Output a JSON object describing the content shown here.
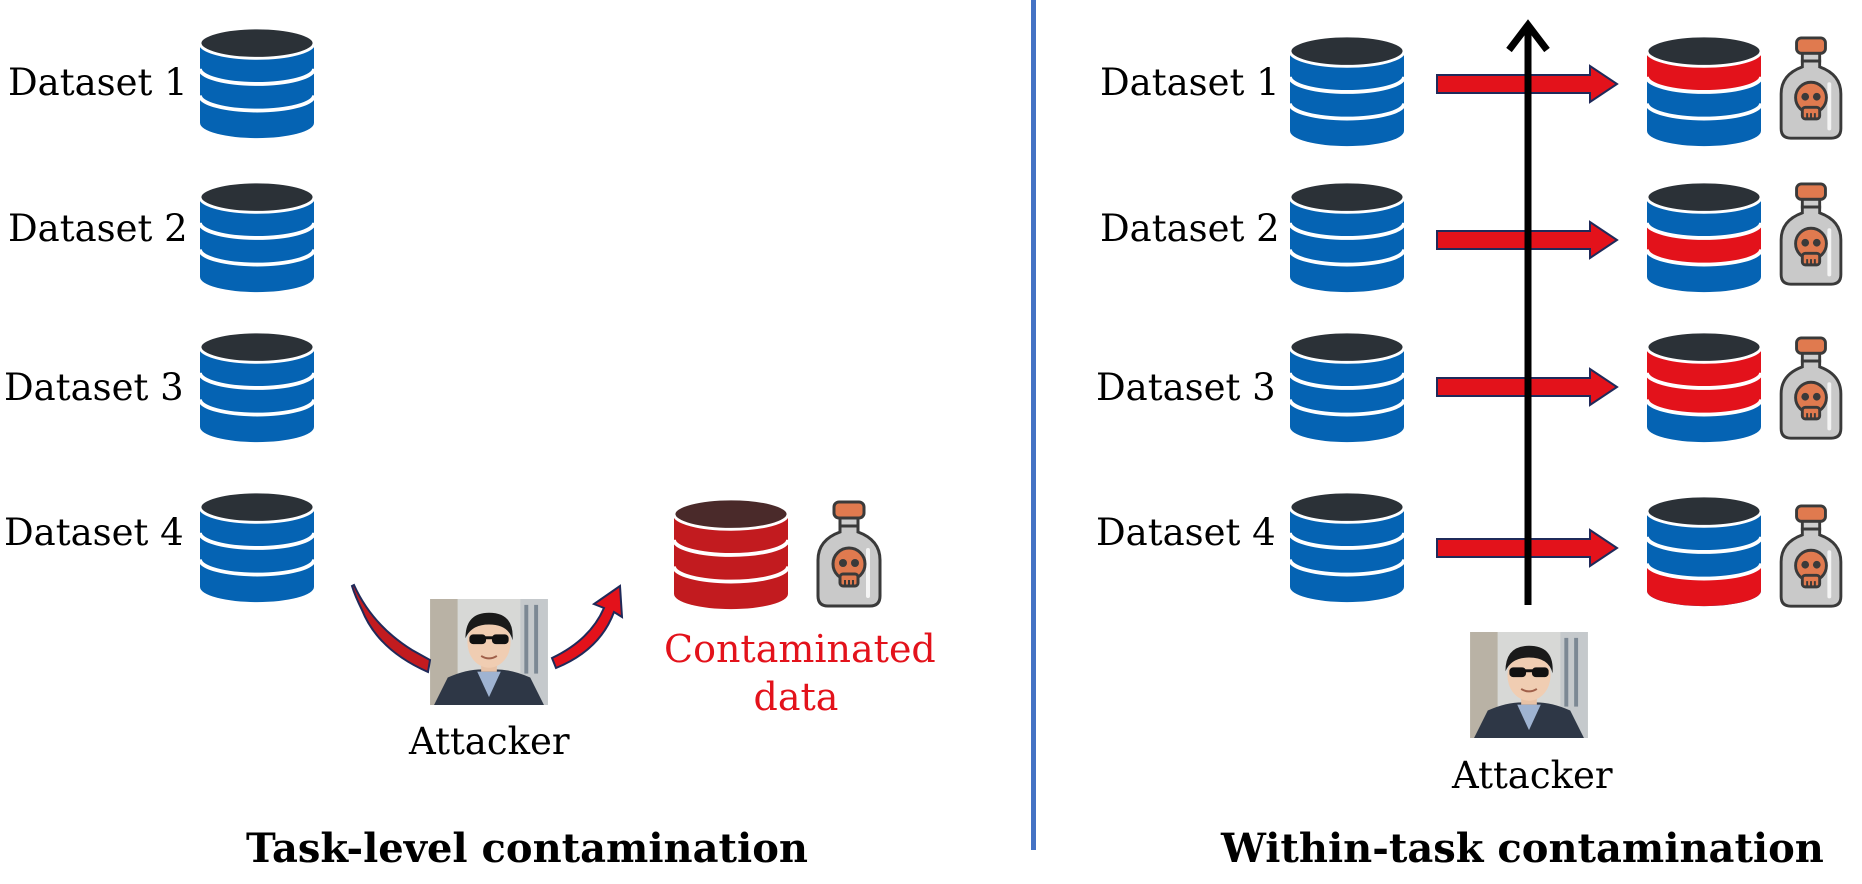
{
  "left": {
    "datasets": [
      "Dataset 1",
      "Dataset 2",
      "Dataset 3",
      "Dataset 4"
    ],
    "attacker_label": "Attacker",
    "contaminated_label_line1": "Contaminated",
    "contaminated_label_line2": "data",
    "caption": "Task-level contamination"
  },
  "right": {
    "datasets": [
      "Dataset 1",
      "Dataset 2",
      "Dataset 3",
      "Dataset 4"
    ],
    "attacker_label": "Attacker",
    "caption": "Within-task contamination"
  },
  "colors": {
    "clean_db": "#0563b3",
    "db_top": "#2b3137",
    "poisoned_db": "#c21b1f",
    "arrow_red": "#e3121b",
    "divider": "#4472c4",
    "poison_bottle": "#e07a4f"
  },
  "icons": [
    "database-icon",
    "poison-bottle-icon",
    "attacker-photo"
  ]
}
